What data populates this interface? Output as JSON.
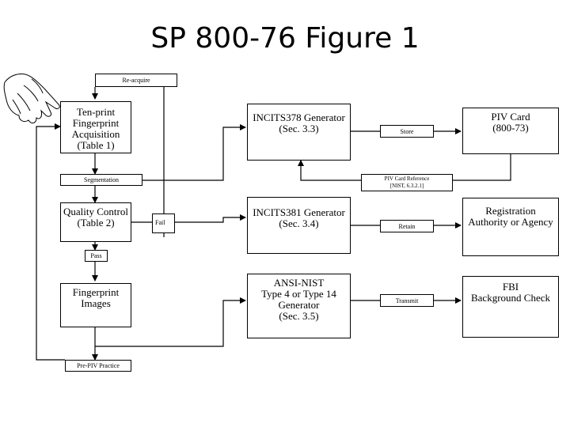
{
  "title": "SP 800-76  Figure 1",
  "boxes": {
    "tenprint": "Ten-print\nFingerprint\nAcquisition\n(Table 1)",
    "qc": "Quality Control\n(Table 2)",
    "images": "Fingerprint\nImages",
    "incits378": "INCITS378 Generator\n(Sec. 3.3)",
    "incits381": "INCITS381 Generator\n(Sec. 3.4)",
    "ansinist": "ANSI-NIST\nType 4 or Type 14\nGenerator\n(Sec. 3.5)",
    "pivcard": "PIV Card\n(800-73)",
    "ra": "Registration\nAuthority or Agency",
    "fbi": "FBI\nBackground Check"
  },
  "tags": {
    "reacquire": "Re-acquire",
    "segmentation": "Segmentation",
    "fail": "Fail",
    "pass": "Pass",
    "prepiv": "Pre-PIV Practice",
    "store": "Store",
    "retain": "Retain",
    "transmit": "Transmit",
    "pivref": "PIV Card Reference\n[NIST, 6.3.2.1]"
  }
}
